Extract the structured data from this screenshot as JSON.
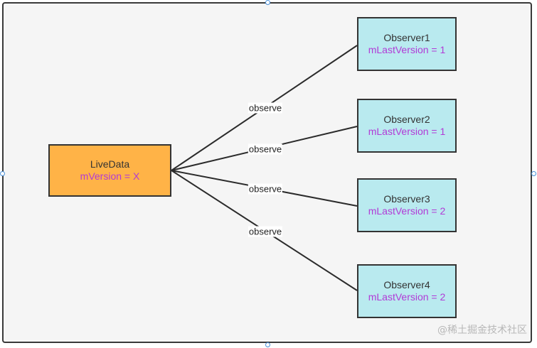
{
  "diagram": {
    "livedata": {
      "title": "LiveData",
      "field": "mVersion = X"
    },
    "observers": [
      {
        "title": "Observer1",
        "field": "mLastVersion = 1"
      },
      {
        "title": "Observer2",
        "field": "mLastVersion = 1"
      },
      {
        "title": "Observer3",
        "field": "mLastVersion = 2"
      },
      {
        "title": "Observer4",
        "field": "mLastVersion = 2"
      }
    ],
    "edge_labels": [
      "observe",
      "observe",
      "observe",
      "observe"
    ]
  },
  "watermark": "@稀土掘金技术社区",
  "colors": {
    "livedata_fill": "#ffb347",
    "observer_fill": "#b9eaef",
    "field_text": "#b13ad6",
    "selection_handle": "#4a90d9"
  }
}
